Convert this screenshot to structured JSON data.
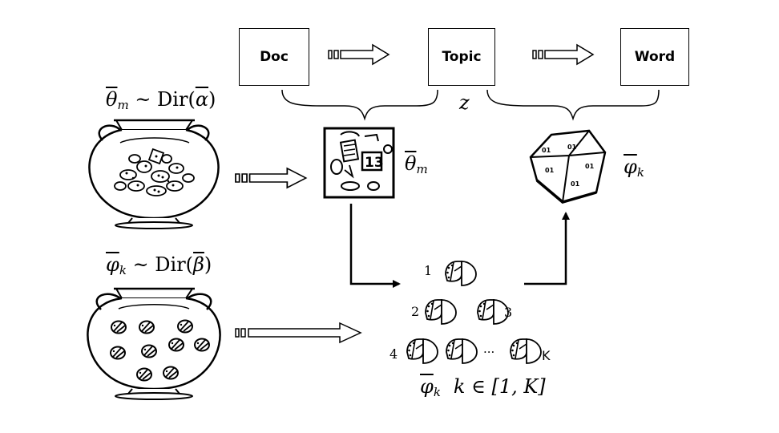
{
  "boxes": {
    "doc": "Doc",
    "topic": "Topic",
    "word": "Word"
  },
  "topic_var": "z",
  "theta_prior": {
    "base": "θ",
    "sub": "m",
    "rest": " ~ Dir(",
    "param": "α",
    "close": ")"
  },
  "phi_prior": {
    "base": "φ",
    "sub": "k",
    "rest": " ~ Dir(",
    "param": "β",
    "close": ")"
  },
  "theta_label": {
    "base": "θ",
    "sub": "m"
  },
  "phi_label": {
    "base": "φ",
    "sub": "k"
  },
  "phi_range": {
    "base": "φ",
    "sub": "k",
    "rest": "k ∈ [1, K]"
  },
  "dice_numbers": [
    "1",
    "2",
    "3",
    "4",
    "K"
  ],
  "ellipsis": "···"
}
